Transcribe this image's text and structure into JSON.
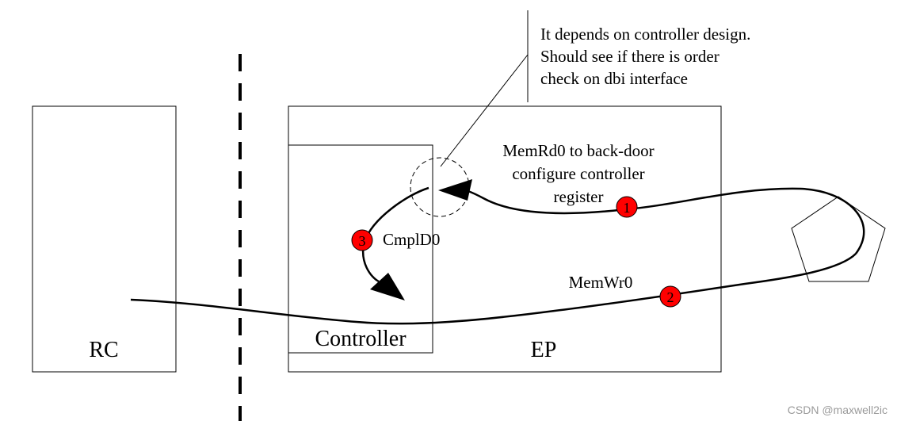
{
  "annotation": {
    "lines": [
      "It depends on controller design.",
      "Should see if there is order",
      "check on dbi interface"
    ]
  },
  "blocks": {
    "rc_label": "RC",
    "ep_label": "EP",
    "controller_label": "Controller"
  },
  "steps": [
    {
      "number": "1",
      "lines": [
        "MemRd0 to back-door",
        "configure controller",
        "register"
      ]
    },
    {
      "number": "2",
      "lines": [
        "MemWr0"
      ]
    },
    {
      "number": "3",
      "lines": [
        "CmplD0"
      ]
    }
  ],
  "watermark": "CSDN @maxwell2ic",
  "colors": {
    "line": "#000000",
    "badge_fill": "#ff0000",
    "watermark": "#9a9a9a"
  }
}
